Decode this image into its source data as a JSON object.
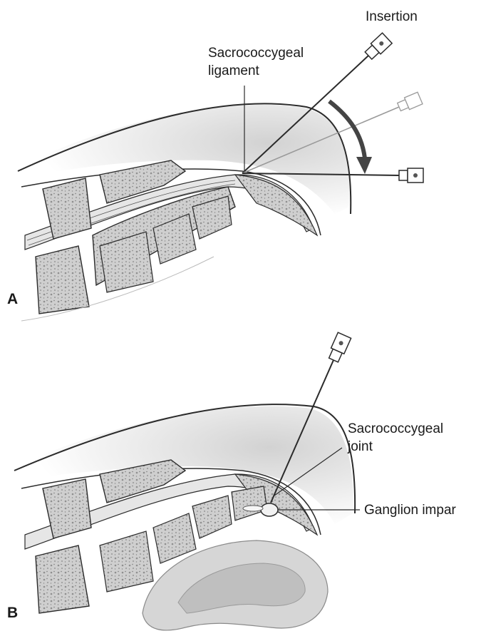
{
  "panels": [
    {
      "letter": "A",
      "labels": {
        "insertion": "Insertion",
        "ligament_line1": "Sacrococcygeal",
        "ligament_line2": "ligament"
      }
    },
    {
      "letter": "B",
      "labels": {
        "joint_line1": "Sacrococcygeal",
        "joint_line2": "joint",
        "ganglion": "Ganglion impar"
      }
    }
  ],
  "colors": {
    "ink": "#2b2b2b",
    "skin_shade": "#dcdcdc",
    "bone_fill": "#c9c9c9",
    "bone_texture": "#9a9a9a",
    "rectum_fill": "#b9b9b9"
  }
}
